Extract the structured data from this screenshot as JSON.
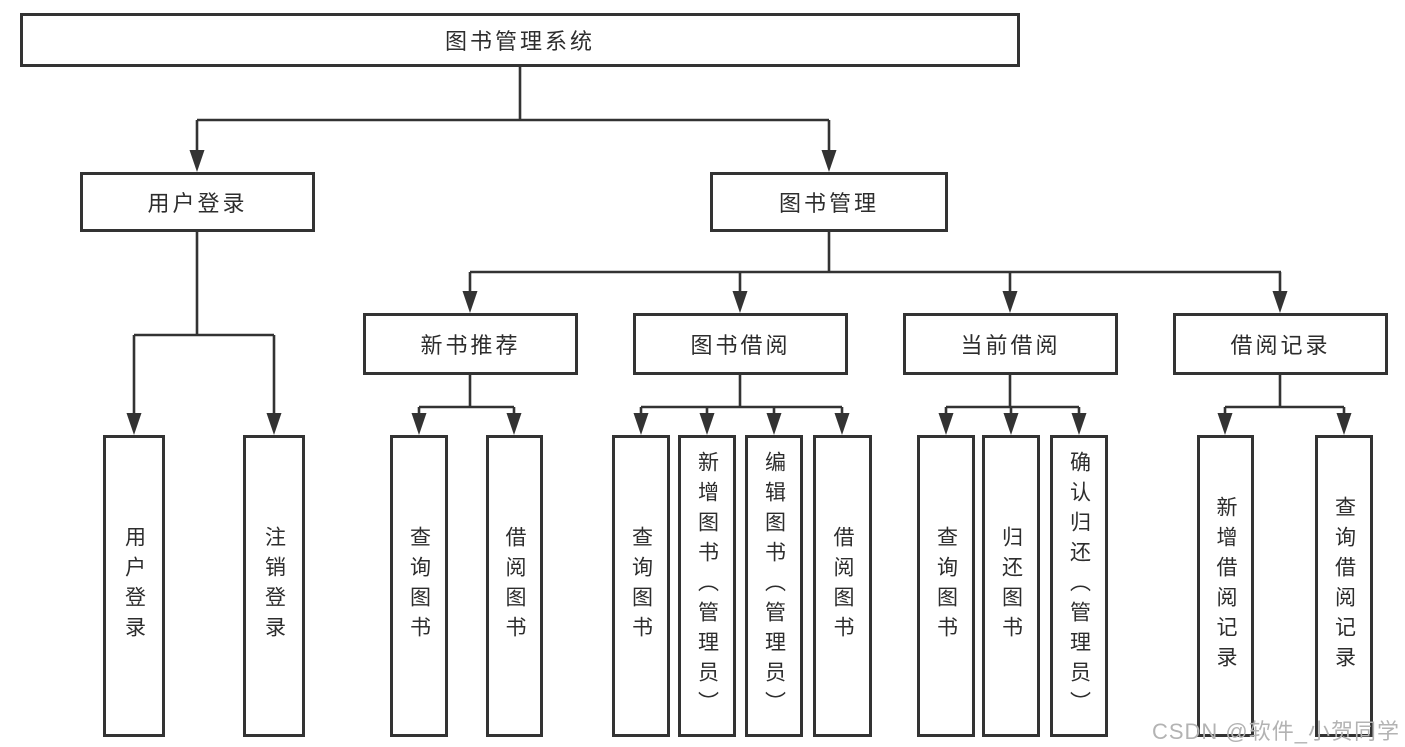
{
  "colors": {
    "line": "#333333",
    "box_border": "#333333",
    "box_bg": "#ffffff",
    "text": "#2d2d2d",
    "watermark": "#b3b3b3"
  },
  "tree": {
    "root": "图书管理系统",
    "branches": [
      {
        "label": "用户登录",
        "children": [
          {
            "label": "用户登录"
          },
          {
            "label": "注销登录"
          }
        ]
      },
      {
        "label": "图书管理",
        "children": [
          {
            "label": "新书推荐",
            "children": [
              {
                "label": "查询图书"
              },
              {
                "label": "借阅图书"
              }
            ]
          },
          {
            "label": "图书借阅",
            "children": [
              {
                "label": "查询图书"
              },
              {
                "label": "新增图书（管理员）"
              },
              {
                "label": "编辑图书（管理员）"
              },
              {
                "label": "借阅图书"
              }
            ]
          },
          {
            "label": "当前借阅",
            "children": [
              {
                "label": "查询图书"
              },
              {
                "label": "归还图书"
              },
              {
                "label": "确认归还（管理员）"
              }
            ]
          },
          {
            "label": "借阅记录",
            "children": [
              {
                "label": "新增借阅记录"
              },
              {
                "label": "查询借阅记录"
              }
            ]
          }
        ]
      }
    ]
  },
  "watermark": {
    "text": "CSDN @软件_小贺同学"
  }
}
